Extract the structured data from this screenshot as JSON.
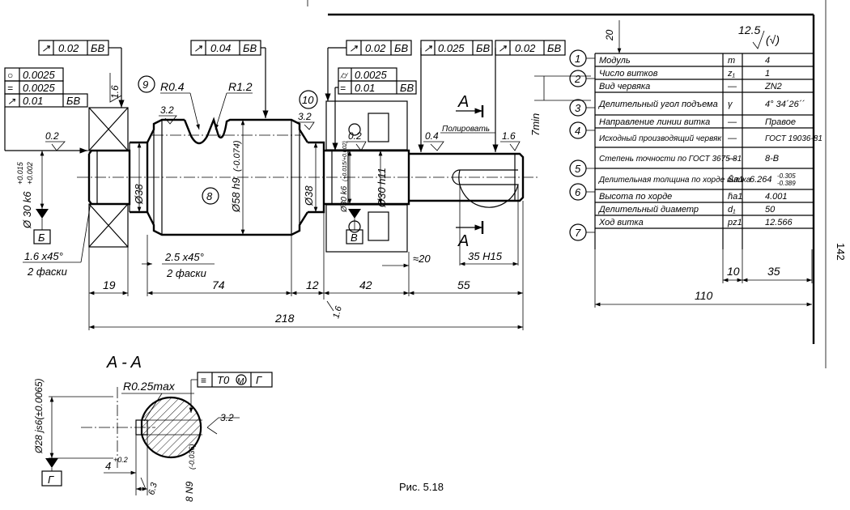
{
  "figure_caption": "Рис. 5.18",
  "page_number": "142",
  "tolerance_frames": {
    "runout_left_bearing": {
      "symbol": "↗",
      "value": "0.02",
      "datum": "БВ"
    },
    "runout_thread": {
      "symbol": "↗",
      "value": "0.04",
      "datum": "БВ"
    },
    "runout_right_bearing": {
      "symbol": "↗",
      "value": "0.02",
      "datum": "БВ"
    },
    "runout_shoulder": {
      "symbol": "↗",
      "value": "0.025",
      "datum": "БВ"
    },
    "runout_end": {
      "symbol": "↗",
      "value": "0.02",
      "datum": "БВ"
    },
    "left_stack": [
      {
        "symbol": "○",
        "value": "0.0025",
        "datum": ""
      },
      {
        "symbol": "=",
        "value": "0.0025",
        "datum": ""
      },
      {
        "symbol": "↗",
        "value": "0.01",
        "datum": "БВ"
      }
    ],
    "mid_stack": [
      {
        "symbol": "⌭",
        "value": "0.0025",
        "datum": ""
      },
      {
        "symbol": "=",
        "value": "0.01",
        "datum": "БВ"
      }
    ],
    "section_symmetry": {
      "symbol": "≡",
      "value": "T0",
      "modifier": "M",
      "datum": "Г"
    }
  },
  "dimensions": {
    "d_left_bearing": "Ø30 k6(+0.015/+0.002)",
    "d_left_bearing_main": "Ø 30 k6",
    "d_left_bearing_tol_up": "+0.015",
    "d_left_bearing_tol_dn": "+0.002",
    "d_38_left": "Ø38",
    "d_58": "Ø58 h9",
    "d_58_tol": "(-0.074)",
    "d_38_right": "Ø38",
    "d_30_k6_right": "Ø30 k6",
    "d_30_k6_right_tol": "(+0.015/+0.002)",
    "d_30_h11": "Ø30 h11",
    "len_19": "19",
    "len_74": "74",
    "len_12": "12",
    "len_42": "42",
    "len_55": "55",
    "len_218": "218",
    "len_20": "≈20",
    "key_len": "35 H15",
    "chamfer_left": "1.6 x45°",
    "chamfer_left_note": "2 фаски",
    "chamfer_mid": "2.5 x45°",
    "chamfer_mid_note": "2 фаски",
    "r04": "R0.4",
    "r12": "R1.2",
    "rough_32a": "3.2",
    "rough_32b": "3.2",
    "rough_02a": "0.2",
    "rough_02b": "0.2",
    "rough_04": "0.4",
    "rough_16a": "1.6",
    "rough_16b": "1.6",
    "rough_16c": "1.6",
    "polished": "Полировать",
    "seven_min": "7min",
    "datum_B": "Б",
    "datum_V": "В",
    "section_label": "A",
    "section_label2": "A"
  },
  "callouts": [
    "1",
    "2",
    "3",
    "4",
    "5",
    "6",
    "7",
    "8",
    "9",
    "10"
  ],
  "section_view": {
    "title": "A - A",
    "d_shaft": "Ø28 js6(±0.0065)",
    "radius": "R0.25max",
    "key_width": "8 N9",
    "key_width_tol": "(-0.036)",
    "depth": "4",
    "depth_tol": "+0.2",
    "rough_32": "3.2",
    "rough_63": "6.3",
    "datum_G": "Г"
  },
  "surface_finish": {
    "general": "12.5",
    "bracket": "(√)",
    "height": "20"
  },
  "param_table": {
    "rows": [
      {
        "name": "Модуль",
        "sym": "m",
        "val": "4"
      },
      {
        "name": "Число витков",
        "sym": "z₁",
        "val": "1"
      },
      {
        "name": "Вид червяка",
        "sym": "—",
        "val": "ZN2"
      },
      {
        "name": "Делительный угол подъема",
        "sym": "γ",
        "val": "4° 34´26´´"
      },
      {
        "name": "Направление линии витка",
        "sym": "—",
        "val": "Правое"
      },
      {
        "name": "Исходный производящий червяк",
        "sym": "—",
        "val": "ГОСТ 19036-81"
      },
      {
        "name": "Степень точности по ГОСТ 3675-81",
        "sym": "—",
        "val": "8-В"
      },
      {
        "name": "Делительная толщина по хорде витка",
        "sym": "S̄a1",
        "val": "6.264",
        "tol_up": "-0.305",
        "tol_dn": "-0.389"
      },
      {
        "name": "Высота по хорде",
        "sym": "h̄a1",
        "val": "4.001"
      },
      {
        "name": "Делительный диаметр",
        "sym": "d₁",
        "val": "50"
      },
      {
        "name": "Ход витка",
        "sym": "pz1",
        "val": "12.566"
      }
    ],
    "col_dims": {
      "sym": "10",
      "val": "35",
      "total": "110"
    }
  }
}
